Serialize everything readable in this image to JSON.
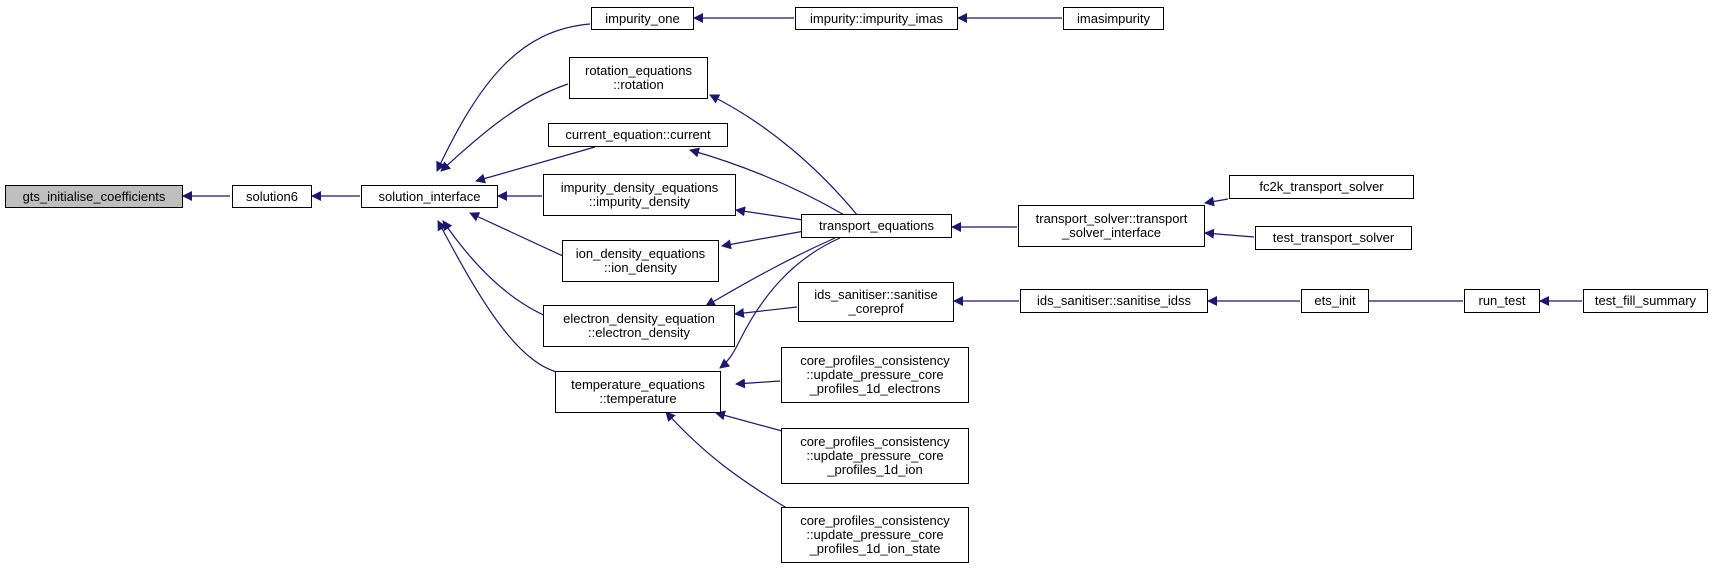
{
  "colors": {
    "edge": "#191970",
    "node_border": "#000000",
    "node_fill": "#ffffff",
    "root_fill": "#bfbfbf"
  },
  "nodes": {
    "gts_initialise_coefficients": {
      "lines": [
        "gts_initialise_coefficients"
      ]
    },
    "solution6": {
      "lines": [
        "solution6"
      ]
    },
    "solution_interface": {
      "lines": [
        "solution_interface"
      ]
    },
    "impurity_one": {
      "lines": [
        "impurity_one"
      ]
    },
    "impurity_impurity_imas": {
      "lines": [
        "impurity::impurity_imas"
      ]
    },
    "imasimpurity": {
      "lines": [
        "imasimpurity"
      ]
    },
    "rotation_equations_rotation": {
      "lines": [
        "rotation_equations",
        "::rotation"
      ]
    },
    "current_equation_current": {
      "lines": [
        "current_equation::current"
      ]
    },
    "impurity_density_equations": {
      "lines": [
        "impurity_density_equations",
        "::impurity_density"
      ]
    },
    "ion_density_equations": {
      "lines": [
        "ion_density_equations",
        "::ion_density"
      ]
    },
    "electron_density_equation": {
      "lines": [
        "electron_density_equation",
        "::electron_density"
      ]
    },
    "temperature_equations": {
      "lines": [
        "temperature_equations",
        "::temperature"
      ]
    },
    "transport_equations": {
      "lines": [
        "transport_equations"
      ]
    },
    "transport_solver_interface": {
      "lines": [
        "transport_solver::transport",
        "_solver_interface"
      ]
    },
    "fc2k_transport_solver": {
      "lines": [
        "fc2k_transport_solver"
      ]
    },
    "test_transport_solver": {
      "lines": [
        "test_transport_solver"
      ]
    },
    "ids_sanitiser_coreprof": {
      "lines": [
        "ids_sanitiser::sanitise",
        "_coreprof"
      ]
    },
    "ids_sanitiser_idss": {
      "lines": [
        "ids_sanitiser::sanitise_idss"
      ]
    },
    "ets_init": {
      "lines": [
        "ets_init"
      ]
    },
    "run_test": {
      "lines": [
        "run_test"
      ]
    },
    "test_fill_summary": {
      "lines": [
        "test_fill_summary"
      ]
    },
    "cpc_electrons": {
      "lines": [
        "core_profiles_consistency",
        "::update_pressure_core",
        "_profiles_1d_electrons"
      ]
    },
    "cpc_ion": {
      "lines": [
        "core_profiles_consistency",
        "::update_pressure_core",
        "_profiles_1d_ion"
      ]
    },
    "cpc_ion_state": {
      "lines": [
        "core_profiles_consistency",
        "::update_pressure_core",
        "_profiles_1d_ion_state"
      ]
    }
  }
}
